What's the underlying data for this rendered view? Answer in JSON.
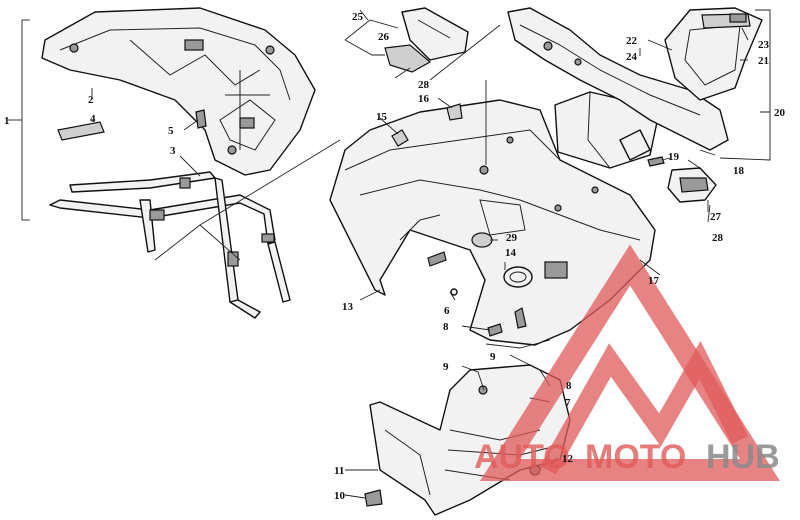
{
  "callouts": [
    {
      "id": "c1",
      "label": "1"
    },
    {
      "id": "c2",
      "label": "2"
    },
    {
      "id": "c3",
      "label": "3"
    },
    {
      "id": "c4",
      "label": "4"
    },
    {
      "id": "c5",
      "label": "5"
    },
    {
      "id": "c6",
      "label": "6"
    },
    {
      "id": "c7",
      "label": "7"
    },
    {
      "id": "c8a",
      "label": "8"
    },
    {
      "id": "c8b",
      "label": "8"
    },
    {
      "id": "c9a",
      "label": "9"
    },
    {
      "id": "c9b",
      "label": "9"
    },
    {
      "id": "c10",
      "label": "10"
    },
    {
      "id": "c11",
      "label": "11"
    },
    {
      "id": "c12",
      "label": "12"
    },
    {
      "id": "c13",
      "label": "13"
    },
    {
      "id": "c14",
      "label": "14"
    },
    {
      "id": "c15",
      "label": "15"
    },
    {
      "id": "c16",
      "label": "16"
    },
    {
      "id": "c17",
      "label": "17"
    },
    {
      "id": "c18",
      "label": "18"
    },
    {
      "id": "c19",
      "label": "19"
    },
    {
      "id": "c20",
      "label": "20"
    },
    {
      "id": "c21",
      "label": "21"
    },
    {
      "id": "c22",
      "label": "22"
    },
    {
      "id": "c23",
      "label": "23"
    },
    {
      "id": "c24",
      "label": "24"
    },
    {
      "id": "c25",
      "label": "25"
    },
    {
      "id": "c26",
      "label": "26"
    },
    {
      "id": "c27",
      "label": "27"
    },
    {
      "id": "c28a",
      "label": "28"
    },
    {
      "id": "c28b",
      "label": "28"
    },
    {
      "id": "c29",
      "label": "29"
    }
  ],
  "watermark": {
    "word_auto": "AUTO",
    "word_moto": "MOTO",
    "word_hub": "HUB",
    "color_red": "#e05a5a",
    "color_gray": "#8a8a8a"
  }
}
